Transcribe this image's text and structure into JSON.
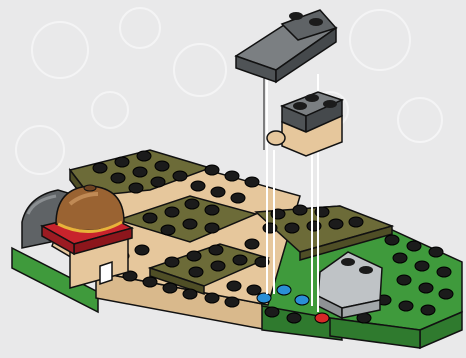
{
  "scene": {
    "subject": "lego-build-instruction-step",
    "colors": {
      "background": "#e9e9ea",
      "background_watermark": "#f3f3f4",
      "green": "#3f9a3c",
      "green_dark": "#2f7a2e",
      "olive": "#6c6b38",
      "olive_dark": "#4f4e26",
      "tan": "#e6c79c",
      "tan_dark": "#c9a87a",
      "dark_gray": "#5f6366",
      "dark_gray_top": "#7b7f82",
      "light_gray": "#bfc3c6",
      "red": "#c8232c",
      "brown_dome": "#9a6332",
      "blue_stud": "#2a8fd6",
      "red_stud": "#d62828",
      "stud_black": "#1b1b1b",
      "guide_line": "#ffffff",
      "outline": "#111111"
    },
    "parts": [
      {
        "name": "dark-gray-slope-brick",
        "color": "dark_gray",
        "state": "floating"
      },
      {
        "name": "dark-gray-brick-with-tan-clip",
        "color": "dark_gray",
        "state": "floating"
      }
    ],
    "markers": [
      {
        "name": "blue-stud-target",
        "color": "blue_stud"
      },
      {
        "name": "red-stud-target",
        "color": "red_stud"
      }
    ]
  }
}
